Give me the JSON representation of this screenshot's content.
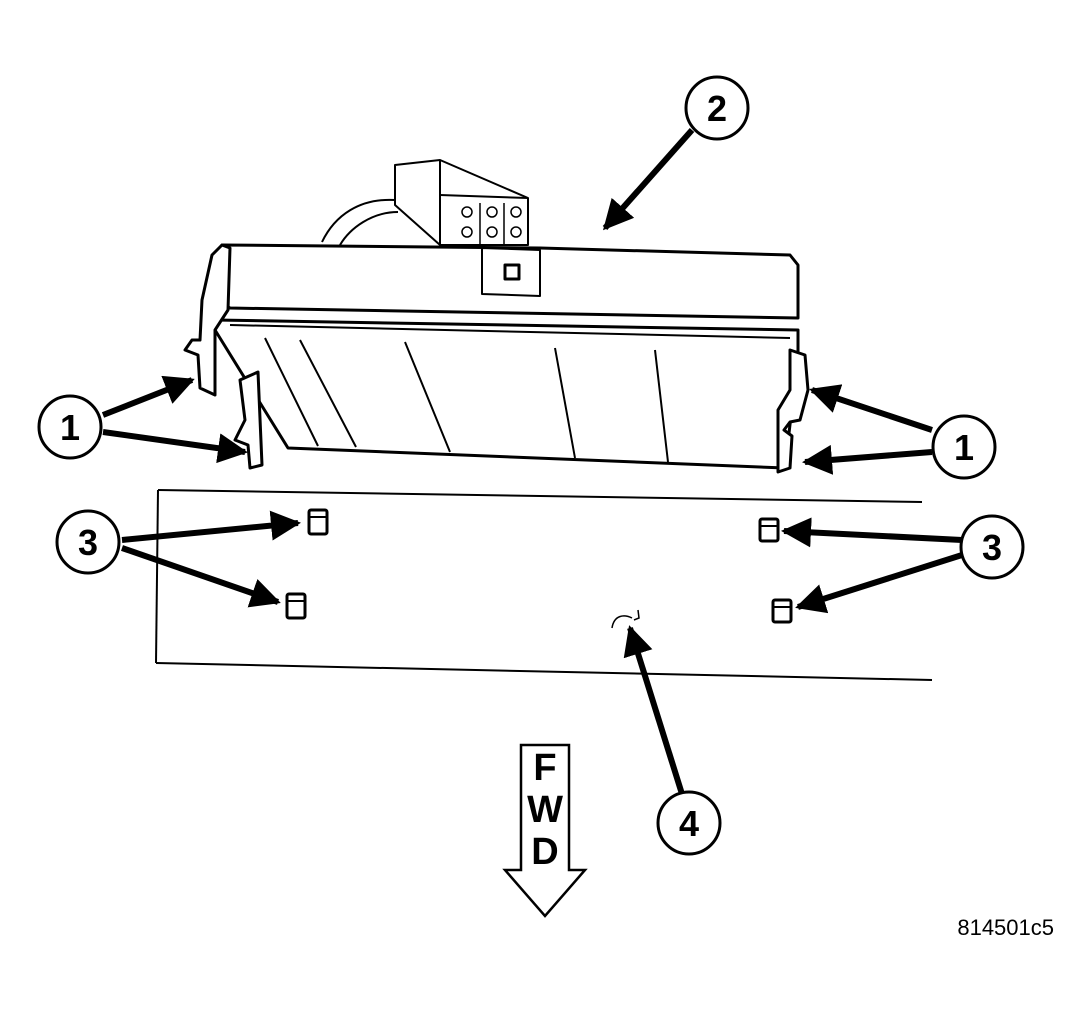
{
  "callouts": {
    "c1_left": "1",
    "c1_right": "1",
    "c2": "2",
    "c3_left": "3",
    "c3_right": "3",
    "c4": "4"
  },
  "fwd": {
    "l1": "F",
    "l2": "W",
    "l3": "D"
  },
  "figure_code": "814501c5",
  "colors": {
    "line": "#000000",
    "background": "#ffffff"
  }
}
